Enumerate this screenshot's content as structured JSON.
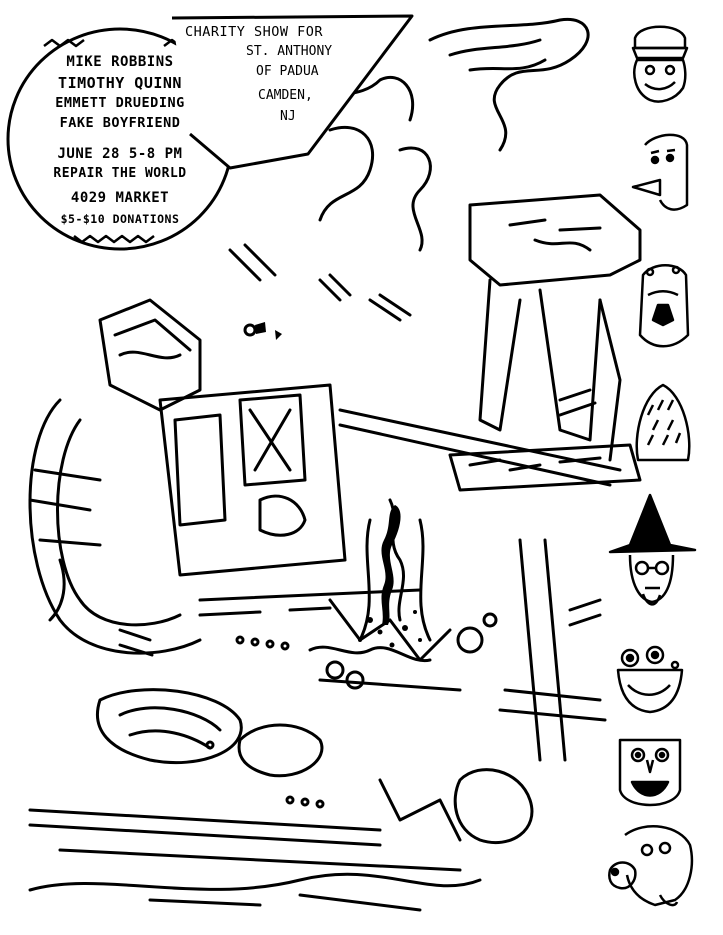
{
  "banner": {
    "line_1": "CHARITY SHOW FOR",
    "line_2": "ST. ANTHONY",
    "line_3": "OF PADUA",
    "line_4": "CAMDEN,",
    "line_5": "NJ"
  },
  "lineup": {
    "bands": [
      "MIKE ROBBINS",
      "TIMOTHY QUINN",
      "EMMETT DRUEDING",
      "FAKE BOYFRIEND"
    ],
    "date": "JUNE 28 5-8 PM",
    "venue": "REPAIR THE WORLD",
    "address": "4029 MARKET",
    "donation": "$5-$10 DONATIONS"
  },
  "faces": [
    {
      "icon": "burger-monster-face-icon"
    },
    {
      "icon": "bird-beak-face-icon"
    },
    {
      "icon": "bug-creature-face-icon"
    },
    {
      "icon": "hairy-blob-face-icon"
    },
    {
      "icon": "wizard-face-icon"
    },
    {
      "icon": "goggle-frog-face-icon"
    },
    {
      "icon": "screaming-face-icon"
    },
    {
      "icon": "droopy-dog-face-icon"
    }
  ],
  "colors": {
    "ink": "#000000",
    "paper": "#ffffff"
  }
}
